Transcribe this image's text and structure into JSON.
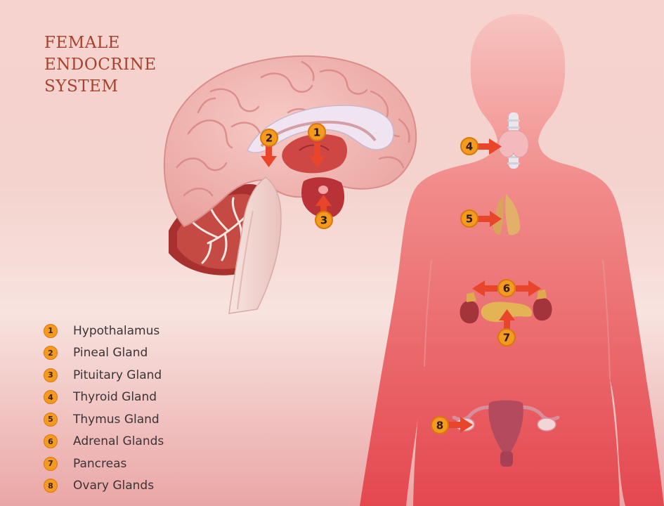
{
  "title_lines": [
    "FEMALE",
    "ENDOCRINE",
    "SYSTEM"
  ],
  "legend": [
    {
      "number": "1",
      "label": "Hypothalamus"
    },
    {
      "number": "2",
      "label": "Pineal Gland"
    },
    {
      "number": "3",
      "label": "Pituitary Gland"
    },
    {
      "number": "4",
      "label": "Thyroid Gland"
    },
    {
      "number": "5",
      "label": "Thymus Gland"
    },
    {
      "number": "6",
      "label": "Adrenal Glands"
    },
    {
      "number": "7",
      "label": "Pancreas"
    },
    {
      "number": "8",
      "label": "Ovary Glands"
    }
  ],
  "markers": [
    "1",
    "2",
    "3",
    "4",
    "5",
    "6",
    "7",
    "8"
  ],
  "colors": {
    "title": "#a8412d",
    "marker_fill": "#f39a1f",
    "marker_stroke": "#d9780d",
    "arrow": "#e8452b",
    "brain": "#f0b4b0",
    "body": "#ea6a6e",
    "legend_text": "#3b3437"
  }
}
